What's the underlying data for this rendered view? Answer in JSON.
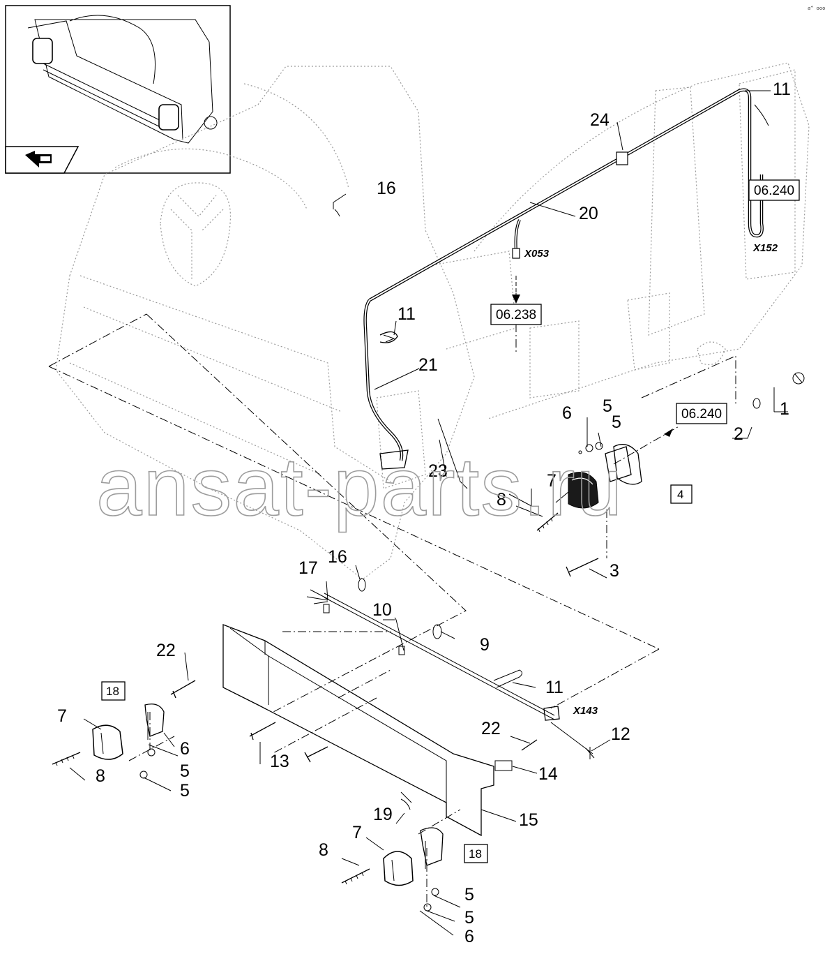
{
  "watermark": "ansat-parts.ru",
  "corner_code": "a^ ooo",
  "callouts": {
    "c1": "1",
    "c2": "2",
    "c3": "3",
    "c5a": "5",
    "c5b": "5",
    "c5c": "5",
    "c5d": "5",
    "c5e": "5",
    "c5f": "5",
    "c6a": "6",
    "c6b": "6",
    "c6c": "6",
    "c7a": "7",
    "c7b": "7",
    "c7c": "7",
    "c8a": "8",
    "c8b": "8",
    "c8c": "8",
    "c9": "9",
    "c10": "10",
    "c11a": "11",
    "c11b": "11",
    "c11c": "11",
    "c12": "12",
    "c13": "13",
    "c14": "14",
    "c15": "15",
    "c16a": "16",
    "c16b": "16",
    "c17": "17",
    "c19": "19",
    "c20": "20",
    "c21": "21",
    "c22a": "22",
    "c22b": "22",
    "c23": "23",
    "c24": "24"
  },
  "boxed_callouts": {
    "b4": "4",
    "b18a": "18",
    "b18b": "18"
  },
  "connectors": {
    "x053": "X053",
    "x152": "X152",
    "x143": "X143"
  },
  "page_refs": {
    "r1": "06.240",
    "r2": "06.238",
    "r3": "06.240"
  },
  "inset": {
    "nav_icon": "return-arrow-icon"
  }
}
